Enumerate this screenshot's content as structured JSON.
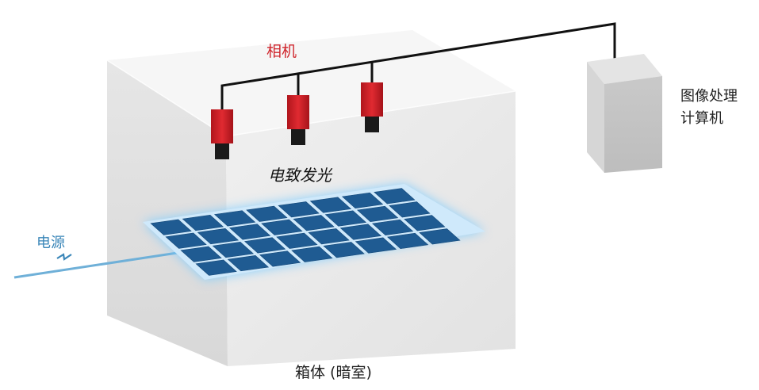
{
  "labels": {
    "camera": "相机",
    "electroluminescence": "电致发光",
    "power": "电源",
    "enclosure": "箱体 (暗室)",
    "computer_line1": "图像处理",
    "computer_line2": "计算机"
  },
  "colors": {
    "camera_red": "#d0262d",
    "power_blue": "#3a86b8",
    "panel_cell": "#1f5b92",
    "panel_glow": "#6cc6ff",
    "box_face": "#e9e9e9",
    "box_side": "#dcdcdc",
    "box_top": "#f4f4f4",
    "computer_gray": "#cfcfcf"
  },
  "icons": {
    "power_symbol": "lightning-icon"
  }
}
